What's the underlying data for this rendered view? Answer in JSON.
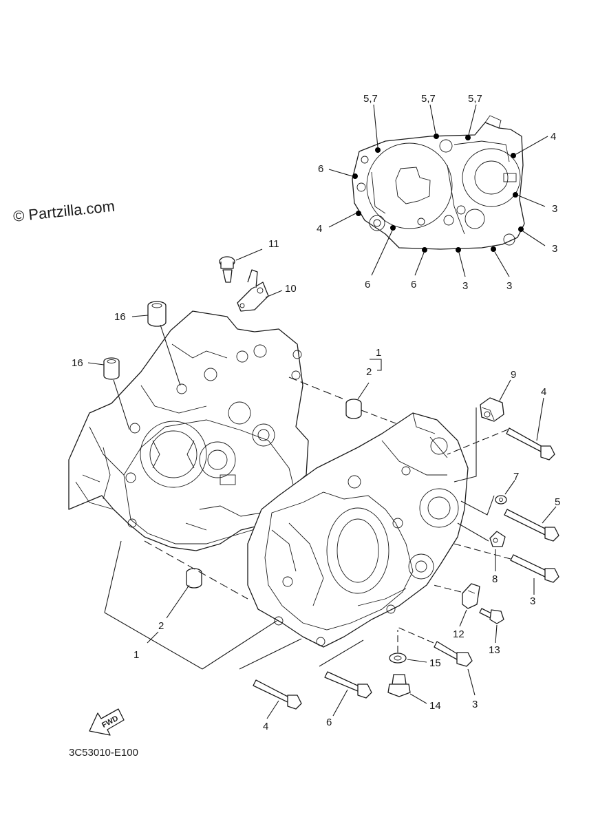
{
  "watermark": "© Partzilla.com",
  "diagram_code": "3C53010-E100",
  "fwd_label": "FWD",
  "callouts": {
    "c_5_7_a": "5,7",
    "c_5_7_b": "5,7",
    "c_5_7_c": "5,7",
    "c_4_top_right": "4",
    "c_6_top_left": "6",
    "c_4_top_left": "4",
    "c_3_a": "3",
    "c_3_b": "3",
    "c_6_bottom_a": "6",
    "c_6_bottom_b": "6",
    "c_3_bottom_a": "3",
    "c_3_bottom_b": "3",
    "c_11": "11",
    "c_10": "10",
    "c_16_a": "16",
    "c_16_b": "16",
    "c_1_top": "1",
    "c_2_top": "2",
    "c_9": "9",
    "c_4_bolt": "4",
    "c_7": "7",
    "c_5": "5",
    "c_8": "8",
    "c_3_right": "3",
    "c_12": "12",
    "c_13": "13",
    "c_2_bottom": "2",
    "c_1_bottom": "1",
    "c_15": "15",
    "c_14": "14",
    "c_3_lower": "3",
    "c_4_lower": "4",
    "c_6_lower": "6"
  }
}
